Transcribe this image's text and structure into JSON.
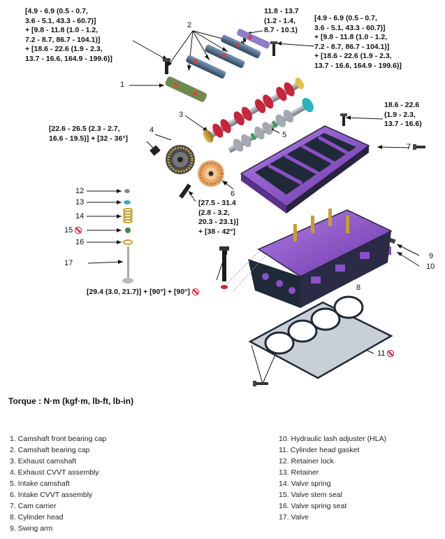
{
  "torque_notes": [
    {
      "id": "tl",
      "text": "[4.9 - 6.9 (0.5 - 0.7,\n3.6 - 5.1, 43.3 - 60.7)]\n+ [9.8 - 11.8 (1.0 - 1.2,\n7.2 - 8.7, 86.7 - 104.1)]\n+ [18.6 - 22.6 (1.9 - 2.3,\n13.7 - 16.6, 164.9 - 199.6)]"
    },
    {
      "id": "tm",
      "text": "11.8 - 13.7\n(1.2 - 1.4,\n8.7 - 10.1)"
    },
    {
      "id": "tr",
      "text": "[4.9 - 6.9 (0.5 - 0.7,\n3.6 - 5.1, 43.3 - 60.7)]\n+ [9.8 - 11.8 (1.0 - 1.2,\n7.2 - 8.7, 86.7 - 104.1)]\n+ [18.6 - 22.6 (1.9 - 2.3,\n13.7 - 16.6, 164.9 - 199.6)]"
    },
    {
      "id": "r2",
      "text": "18.6 - 22.6\n(1.9 - 2.3,\n13.7 - 16.6)"
    },
    {
      "id": "l4",
      "text": "[22.6 - 26.5 (2.3 - 2.7,\n16.6 - 19.5)] + [32 - 36°]"
    },
    {
      "id": "c6",
      "text": "[27.5 - 31.4\n(2.8 - 3.2,\n20.3 - 23.1)]\n+ [38 - 42°]"
    },
    {
      "id": "bh",
      "text": "[29.4 (3.0, 21.7)] + [90°] + [90°]"
    }
  ],
  "callouts": [
    "1",
    "2",
    "3",
    "4",
    "5",
    "6",
    "7",
    "8",
    "9",
    "10",
    "11",
    "12",
    "13",
    "14",
    "15",
    "16",
    "17"
  ],
  "torque_caption": "Torque : N·m (kgf·m, lb-ft, lb-in)",
  "legend_left": [
    "1. Camshaft front bearing cap",
    "2. Camshaft bearing cap",
    "3. Exhaust camshaft",
    "4. Exhaust CVVT assembly",
    "5. Intake camshaft",
    "6. Intake CVVT assembly",
    "7. Cam carrier",
    "8. Cylinder head",
    "9. Swing arm"
  ],
  "legend_right": [
    "10. Hydraulic lash adjuster (HLA)",
    "11. Cylinder head gasket",
    "12. Retainer lock",
    "13. Retainer",
    "14. Valve spring",
    "15. Valve stem seal",
    "16. Valve spring seat",
    "17. Valve"
  ],
  "colors": {
    "purple": "#8a4fc9",
    "dark": "#1f2a38",
    "bearing_cap": "#4f6d8a",
    "gold": "#c8a028",
    "red_seal": "#d0202c",
    "no_reuse": "#e0001b"
  }
}
